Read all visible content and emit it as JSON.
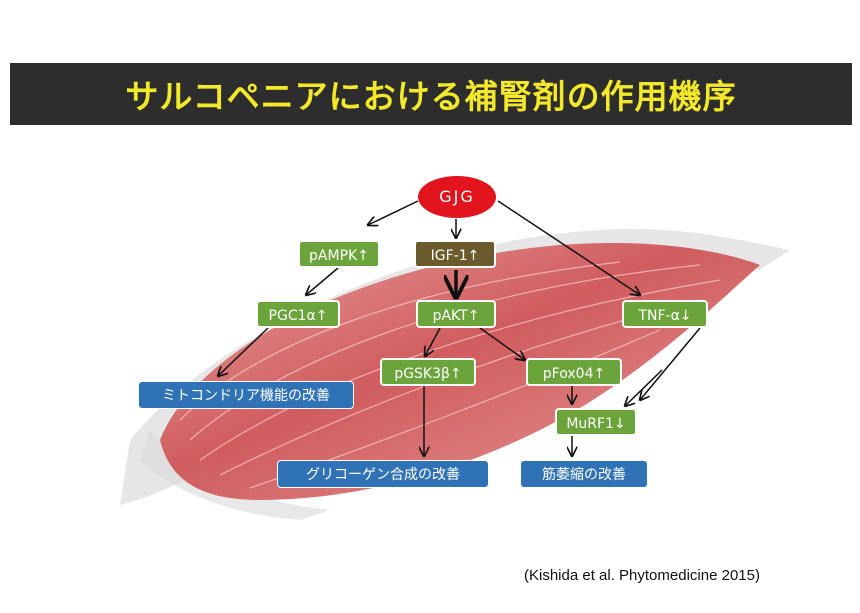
{
  "title": "サルコペニアにおける補腎剤の作用機序",
  "nodes": {
    "gjg": "GJG",
    "pampk": "pAMPK↑",
    "igf1": "IGF-1↑",
    "pgc1a": "PGC1α↑",
    "pakt": "pAKT↑",
    "tnfa": "TNF-α↓",
    "mito": "ミトコンドリア機能の改善",
    "pgsk3b": "pGSK3β↑",
    "pfox04": "pFox04↑",
    "murf1": "MuRF1↓",
    "glycogen": "グリコーゲン合成の改善",
    "atrophy": "筋萎縮の改善"
  },
  "citation": "(Kishida et al. Phytomedicine 2015)",
  "colors": {
    "title_bar": "#2d2d2d",
    "title_text": "#f3e82a",
    "gjg": "#e2141e",
    "green_node": "#6aa43b",
    "olive_node": "#6b5a2b",
    "blue_node": "#2f72b6",
    "muscle": "#d46a6a"
  }
}
